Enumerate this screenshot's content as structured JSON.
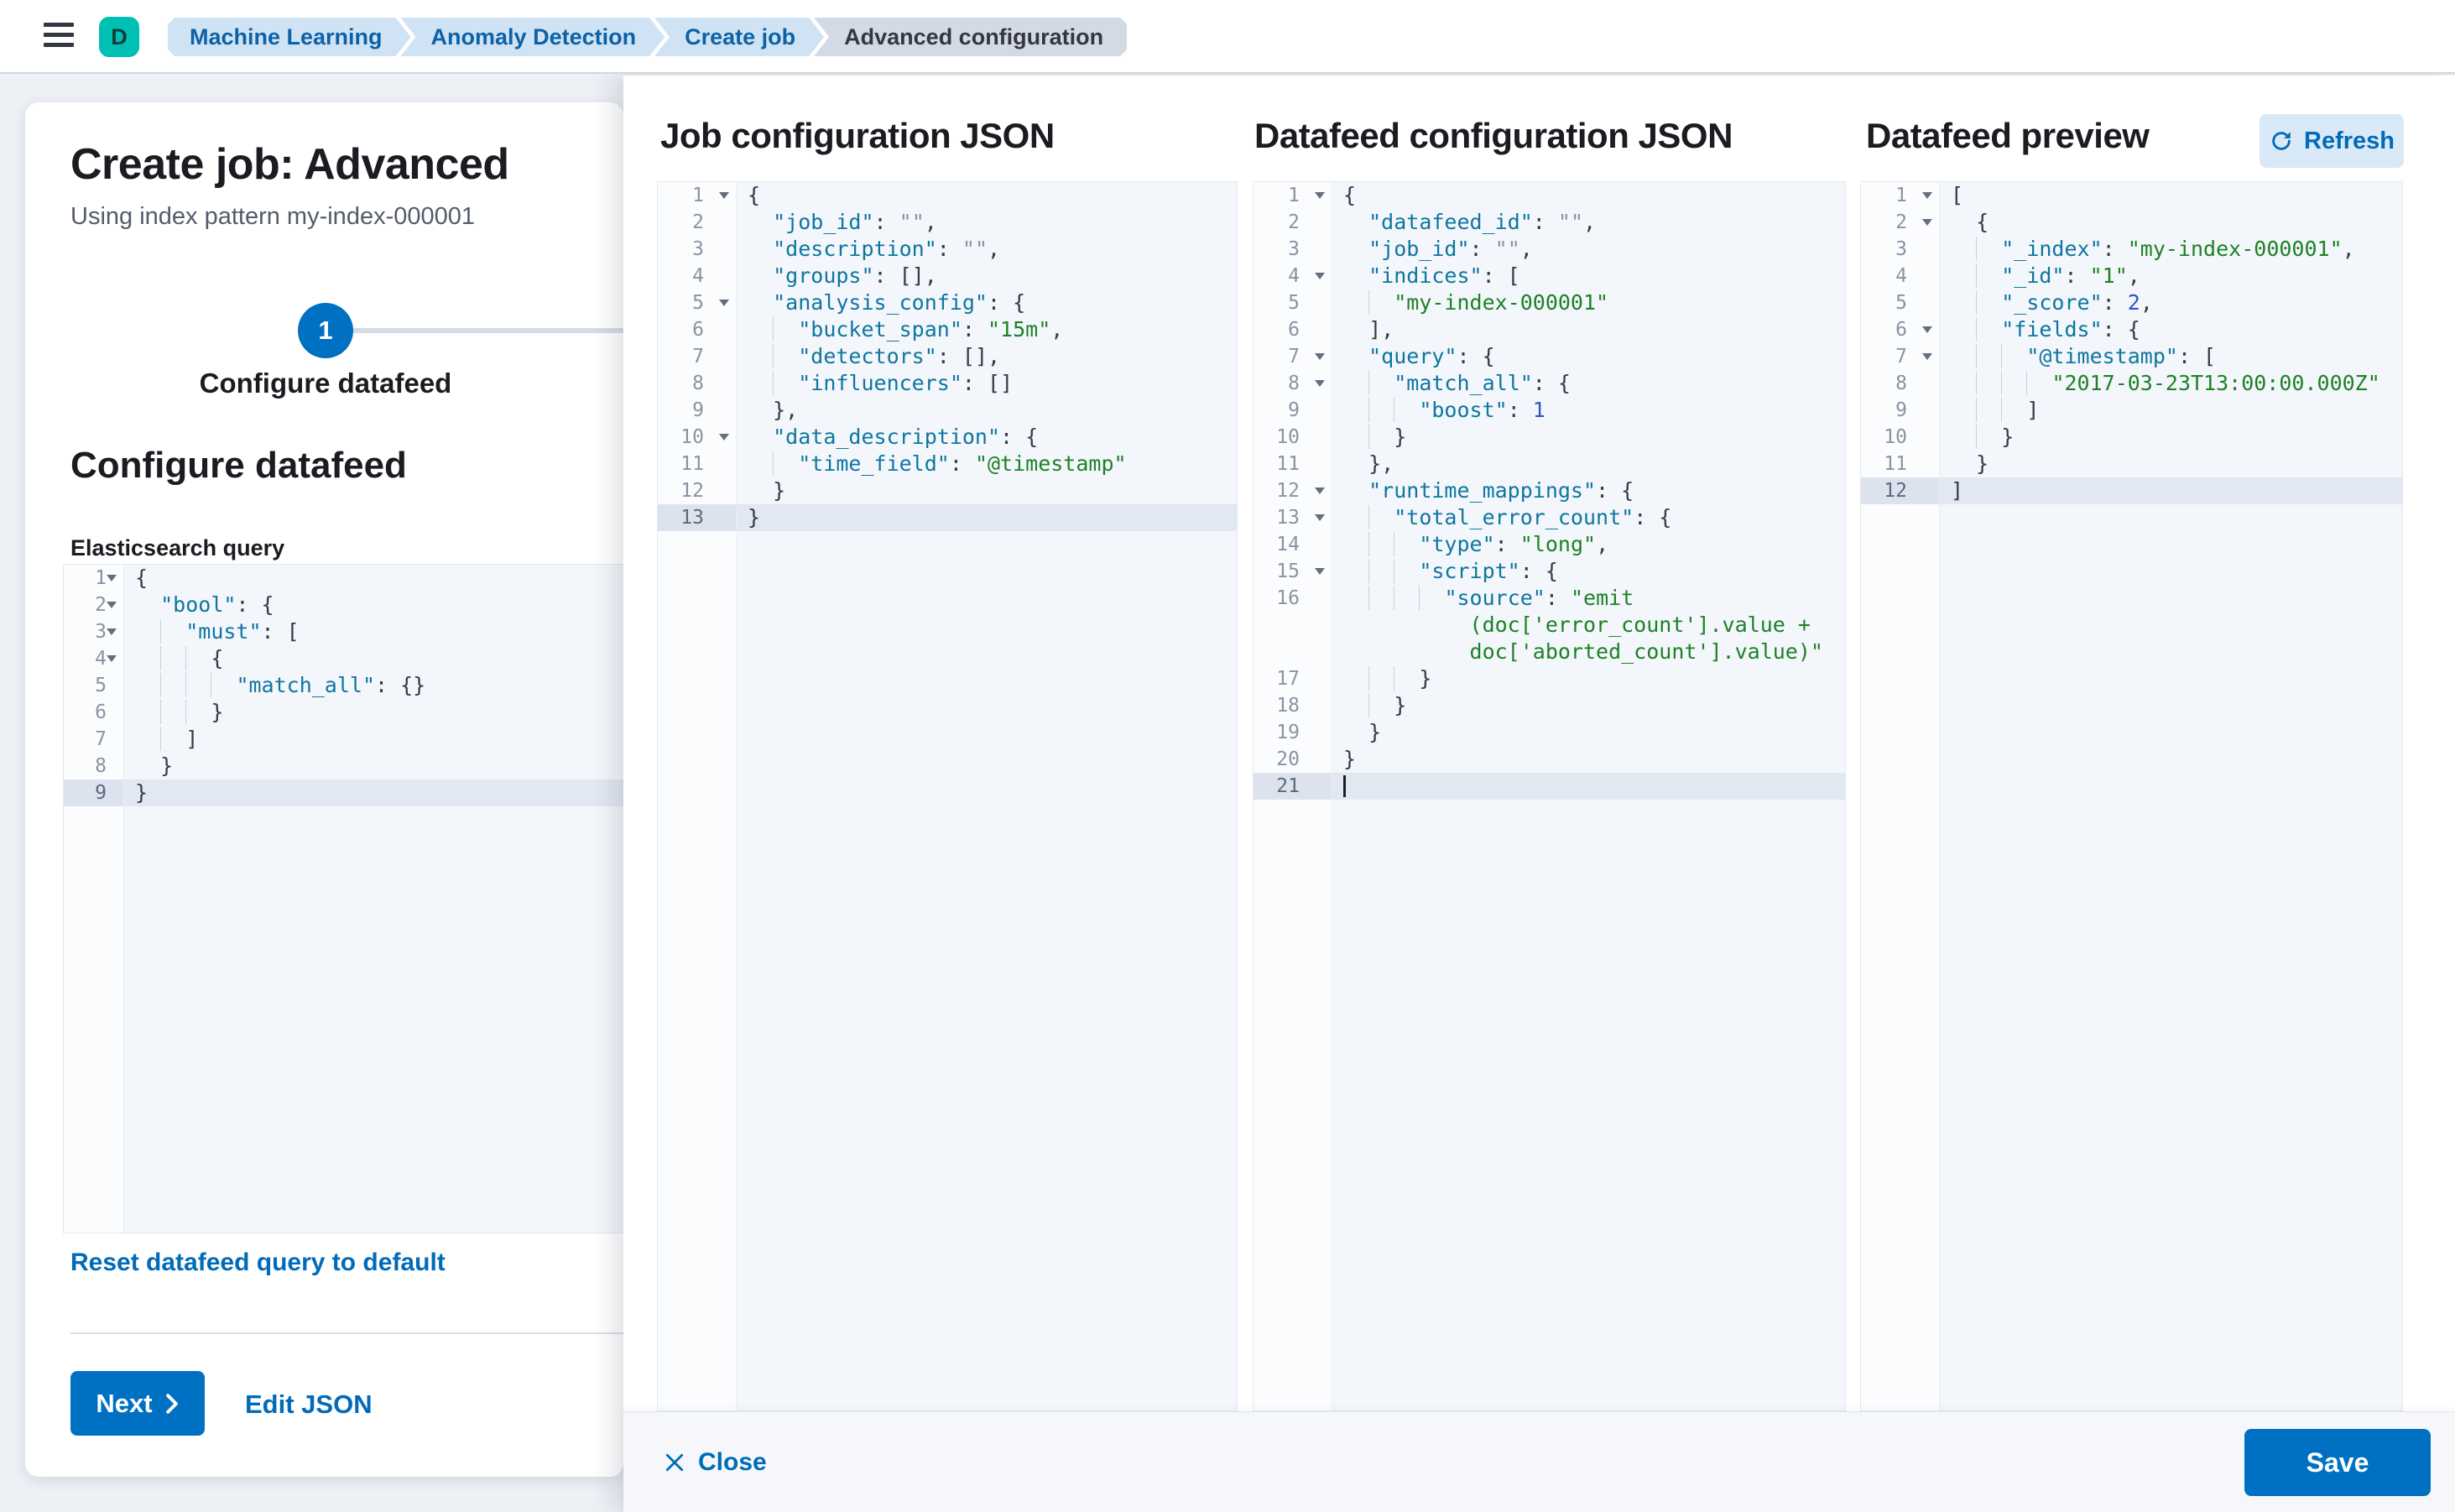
{
  "header": {
    "avatar_initial": "D",
    "breadcrumbs": [
      {
        "label": "Machine Learning",
        "current": false
      },
      {
        "label": "Anomaly Detection",
        "current": false
      },
      {
        "label": "Create job",
        "current": false
      },
      {
        "label": "Advanced configuration",
        "current": true
      }
    ]
  },
  "wizard": {
    "title": "Create job: Advanced",
    "subtitle": "Using index pattern my-index-000001",
    "step_number": "1",
    "step_label": "Configure datafeed",
    "section_heading": "Configure datafeed",
    "query_label": "Elasticsearch query",
    "reset_link": "Reset datafeed query to default",
    "next_button": "Next",
    "edit_json_link": "Edit JSON"
  },
  "flyout": {
    "columns": [
      {
        "title": "Job configuration JSON"
      },
      {
        "title": "Datafeed configuration JSON"
      },
      {
        "title": "Datafeed preview"
      }
    ],
    "refresh_button": "Refresh",
    "close_button": "Close",
    "save_button": "Save"
  },
  "colors": {
    "primary_button": "#0071c2",
    "link": "#006bb8",
    "breadcrumb_blue_bg": "#cfe3f4",
    "breadcrumb_gray_bg": "#d3dae6",
    "avatar_bg": "#00bfb3",
    "code_key": "#0e76a0",
    "code_string": "#1d8126",
    "code_number": "#2f55c9",
    "active_line": "#e2e8f2"
  },
  "editors": {
    "es_query": {
      "lines": [
        {
          "n": 1,
          "fold": true,
          "ind": 0,
          "t": [
            [
              "p",
              "{"
            ]
          ]
        },
        {
          "n": 2,
          "fold": true,
          "ind": 2,
          "t": [
            [
              "k",
              "\"bool\""
            ],
            [
              "p",
              ": {"
            ]
          ]
        },
        {
          "n": 3,
          "fold": true,
          "ind": 4,
          "t": [
            [
              "k",
              "\"must\""
            ],
            [
              "p",
              ": ["
            ]
          ]
        },
        {
          "n": 4,
          "fold": true,
          "ind": 6,
          "t": [
            [
              "p",
              "{"
            ]
          ]
        },
        {
          "n": 5,
          "ind": 8,
          "t": [
            [
              "k",
              "\"match_all\""
            ],
            [
              "p",
              ": {}"
            ]
          ]
        },
        {
          "n": 6,
          "ind": 6,
          "t": [
            [
              "p",
              "}"
            ]
          ]
        },
        {
          "n": 7,
          "ind": 4,
          "t": [
            [
              "p",
              "]"
            ]
          ]
        },
        {
          "n": 8,
          "ind": 2,
          "t": [
            [
              "p",
              "}"
            ]
          ]
        },
        {
          "n": 9,
          "ind": 0,
          "active": true,
          "t": [
            [
              "p",
              "}"
            ]
          ]
        }
      ]
    },
    "job_config": {
      "lines": [
        {
          "n": 1,
          "fold": true,
          "ind": 0,
          "t": [
            [
              "p",
              "{"
            ]
          ]
        },
        {
          "n": 2,
          "ind": 2,
          "t": [
            [
              "k",
              "\"job_id\""
            ],
            [
              "p",
              ": "
            ],
            [
              "e",
              "\"\""
            ],
            [
              "p",
              ","
            ]
          ]
        },
        {
          "n": 3,
          "ind": 2,
          "t": [
            [
              "k",
              "\"description\""
            ],
            [
              "p",
              ": "
            ],
            [
              "e",
              "\"\""
            ],
            [
              "p",
              ","
            ]
          ]
        },
        {
          "n": 4,
          "ind": 2,
          "t": [
            [
              "k",
              "\"groups\""
            ],
            [
              "p",
              ": [],"
            ]
          ]
        },
        {
          "n": 5,
          "fold": true,
          "ind": 2,
          "t": [
            [
              "k",
              "\"analysis_config\""
            ],
            [
              "p",
              ": {"
            ]
          ]
        },
        {
          "n": 6,
          "ind": 4,
          "t": [
            [
              "k",
              "\"bucket_span\""
            ],
            [
              "p",
              ": "
            ],
            [
              "s",
              "\"15m\""
            ],
            [
              "p",
              ","
            ]
          ]
        },
        {
          "n": 7,
          "ind": 4,
          "t": [
            [
              "k",
              "\"detectors\""
            ],
            [
              "p",
              ": [],"
            ]
          ]
        },
        {
          "n": 8,
          "ind": 4,
          "t": [
            [
              "k",
              "\"influencers\""
            ],
            [
              "p",
              ": []"
            ]
          ]
        },
        {
          "n": 9,
          "ind": 2,
          "t": [
            [
              "p",
              "},"
            ]
          ]
        },
        {
          "n": 10,
          "fold": true,
          "ind": 2,
          "t": [
            [
              "k",
              "\"data_description\""
            ],
            [
              "p",
              ": {"
            ]
          ]
        },
        {
          "n": 11,
          "ind": 4,
          "t": [
            [
              "k",
              "\"time_field\""
            ],
            [
              "p",
              ": "
            ],
            [
              "s",
              "\"@timestamp\""
            ]
          ]
        },
        {
          "n": 12,
          "ind": 2,
          "t": [
            [
              "p",
              "}"
            ]
          ]
        },
        {
          "n": 13,
          "ind": 0,
          "active": true,
          "t": [
            [
              "p",
              "}"
            ]
          ]
        }
      ]
    },
    "datafeed_config": {
      "lines": [
        {
          "n": 1,
          "fold": true,
          "ind": 0,
          "t": [
            [
              "p",
              "{"
            ]
          ]
        },
        {
          "n": 2,
          "ind": 2,
          "t": [
            [
              "k",
              "\"datafeed_id\""
            ],
            [
              "p",
              ": "
            ],
            [
              "e",
              "\"\""
            ],
            [
              "p",
              ","
            ]
          ]
        },
        {
          "n": 3,
          "ind": 2,
          "t": [
            [
              "k",
              "\"job_id\""
            ],
            [
              "p",
              ": "
            ],
            [
              "e",
              "\"\""
            ],
            [
              "p",
              ","
            ]
          ]
        },
        {
          "n": 4,
          "fold": true,
          "ind": 2,
          "t": [
            [
              "k",
              "\"indices\""
            ],
            [
              "p",
              ": ["
            ]
          ]
        },
        {
          "n": 5,
          "ind": 4,
          "t": [
            [
              "s",
              "\"my-index-000001\""
            ]
          ]
        },
        {
          "n": 6,
          "ind": 2,
          "t": [
            [
              "p",
              "],"
            ]
          ]
        },
        {
          "n": 7,
          "fold": true,
          "ind": 2,
          "t": [
            [
              "k",
              "\"query\""
            ],
            [
              "p",
              ": {"
            ]
          ]
        },
        {
          "n": 8,
          "fold": true,
          "ind": 4,
          "t": [
            [
              "k",
              "\"match_all\""
            ],
            [
              "p",
              ": {"
            ]
          ]
        },
        {
          "n": 9,
          "ind": 6,
          "t": [
            [
              "k",
              "\"boost\""
            ],
            [
              "p",
              ": "
            ],
            [
              "n",
              "1"
            ]
          ]
        },
        {
          "n": 10,
          "ind": 4,
          "t": [
            [
              "p",
              "}"
            ]
          ]
        },
        {
          "n": 11,
          "ind": 2,
          "t": [
            [
              "p",
              "},"
            ]
          ]
        },
        {
          "n": 12,
          "fold": true,
          "ind": 2,
          "t": [
            [
              "k",
              "\"runtime_mappings\""
            ],
            [
              "p",
              ": {"
            ]
          ]
        },
        {
          "n": 13,
          "fold": true,
          "ind": 4,
          "t": [
            [
              "k",
              "\"total_error_count\""
            ],
            [
              "p",
              ": {"
            ]
          ]
        },
        {
          "n": 14,
          "ind": 6,
          "t": [
            [
              "k",
              "\"type\""
            ],
            [
              "p",
              ": "
            ],
            [
              "s",
              "\"long\""
            ],
            [
              "p",
              ","
            ]
          ]
        },
        {
          "n": 15,
          "fold": true,
          "ind": 6,
          "t": [
            [
              "k",
              "\"script\""
            ],
            [
              "p",
              ": {"
            ]
          ]
        },
        {
          "n": 16,
          "ind": 8,
          "t": [
            [
              "k",
              "\"source\""
            ],
            [
              "p",
              ": "
            ],
            [
              "s",
              "\"emit"
            ]
          ]
        },
        {
          "wrap": true,
          "pad": 10,
          "t": [
            [
              "s",
              "(doc['error_count'].value +"
            ]
          ]
        },
        {
          "wrap": true,
          "pad": 10,
          "t": [
            [
              "s",
              "doc['aborted_count'].value)\""
            ]
          ]
        },
        {
          "n": 17,
          "ind": 6,
          "t": [
            [
              "p",
              "}"
            ]
          ]
        },
        {
          "n": 18,
          "ind": 4,
          "t": [
            [
              "p",
              "}"
            ]
          ]
        },
        {
          "n": 19,
          "ind": 2,
          "t": [
            [
              "p",
              "}"
            ]
          ]
        },
        {
          "n": 20,
          "ind": 0,
          "t": [
            [
              "p",
              "}"
            ]
          ]
        },
        {
          "n": 21,
          "ind": 0,
          "active": true,
          "cursor": true,
          "t": []
        }
      ]
    },
    "datafeed_preview": {
      "lines": [
        {
          "n": 1,
          "fold": true,
          "ind": 0,
          "t": [
            [
              "p",
              "["
            ]
          ]
        },
        {
          "n": 2,
          "fold": true,
          "ind": 2,
          "t": [
            [
              "p",
              "{"
            ]
          ]
        },
        {
          "n": 3,
          "ind": 4,
          "t": [
            [
              "k",
              "\"_index\""
            ],
            [
              "p",
              ": "
            ],
            [
              "s",
              "\"my-index-000001\""
            ],
            [
              "p",
              ","
            ]
          ]
        },
        {
          "n": 4,
          "ind": 4,
          "t": [
            [
              "k",
              "\"_id\""
            ],
            [
              "p",
              ": "
            ],
            [
              "s",
              "\"1\""
            ],
            [
              "p",
              ","
            ]
          ]
        },
        {
          "n": 5,
          "ind": 4,
          "t": [
            [
              "k",
              "\"_score\""
            ],
            [
              "p",
              ": "
            ],
            [
              "n",
              "2"
            ],
            [
              "p",
              ","
            ]
          ]
        },
        {
          "n": 6,
          "fold": true,
          "ind": 4,
          "t": [
            [
              "k",
              "\"fields\""
            ],
            [
              "p",
              ": {"
            ]
          ]
        },
        {
          "n": 7,
          "fold": true,
          "ind": 6,
          "t": [
            [
              "k",
              "\"@timestamp\""
            ],
            [
              "p",
              ": ["
            ]
          ]
        },
        {
          "n": 8,
          "ind": 8,
          "t": [
            [
              "s",
              "\"2017-03-23T13:00:00.000Z\""
            ]
          ]
        },
        {
          "n": 9,
          "ind": 6,
          "t": [
            [
              "p",
              "]"
            ]
          ]
        },
        {
          "n": 10,
          "ind": 4,
          "t": [
            [
              "p",
              "}"
            ]
          ]
        },
        {
          "n": 11,
          "ind": 2,
          "t": [
            [
              "p",
              "}"
            ]
          ]
        },
        {
          "n": 12,
          "ind": 0,
          "active": true,
          "t": [
            [
              "p",
              "]"
            ]
          ]
        }
      ]
    }
  }
}
